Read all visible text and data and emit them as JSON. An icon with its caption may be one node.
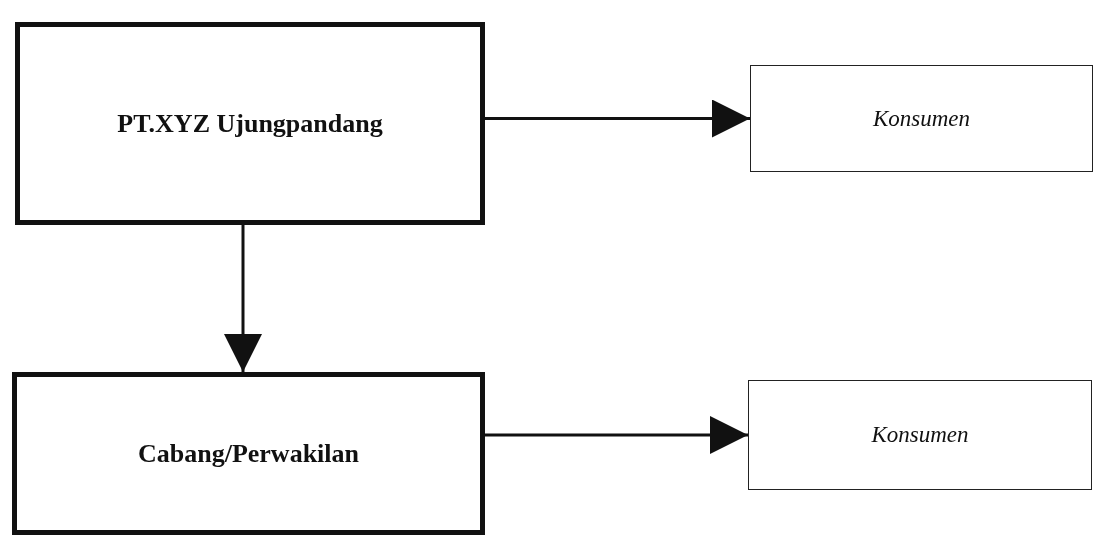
{
  "diagram": {
    "nodes": [
      {
        "text": [
          "PT.XYZ Ujungpandang"
        ]
      },
      {
        "text": [
          "Konsumen"
        ]
      },
      {
        "text": [
          "Cabang/Perwakilan"
        ]
      },
      {
        "text": [
          "Konsumen"
        ]
      }
    ],
    "edges": [
      {
        "from": 0,
        "to": 1,
        "arrow": "to"
      },
      {
        "from": 0,
        "to": 2,
        "arrow": "to"
      },
      {
        "from": 2,
        "to": 3,
        "arrow": "to"
      }
    ]
  }
}
